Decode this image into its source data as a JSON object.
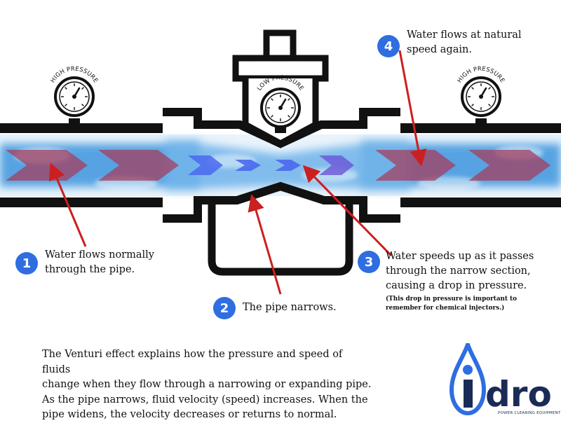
{
  "gauges": {
    "left_label": "HIGH PRESSURE",
    "center_label": "LOW PRESSURE",
    "right_label": "HIGH PRESSURE"
  },
  "steps": [
    {
      "number": "1",
      "text_line1": "Water flows normally",
      "text_line2": "through the pipe."
    },
    {
      "number": "2",
      "text": "The pipe narrows."
    },
    {
      "number": "3",
      "text_line1": "Water speeds up as it passes",
      "text_line2": "through the narrow section,",
      "text_line3": "causing a drop in pressure.",
      "note_line1": "(This drop in pressure is important to",
      "note_line2": "remember for chemical injectors.)"
    },
    {
      "number": "4",
      "text_line1": "Water flows at natural",
      "text_line2": "speed again."
    }
  ],
  "explanation": {
    "line1": "The Venturi effect explains how the pressure and speed of fluids",
    "line2": "change when they flow through a narrowing or expanding pipe.",
    "line3": "As the pipe narrows, fluid velocity (speed) increases. When the",
    "line4": "pipe widens, the velocity decreases or returns to normal."
  },
  "logo": {
    "word": "dro",
    "tagline": "POWER CLEANING EQUIPMENT"
  },
  "colors": {
    "pipe": "#111111",
    "water": "#4a9ee0",
    "arrow_slow": "#a63a5a",
    "arrow_fast": "#4a68ee",
    "pointer": "#cc1f1f",
    "badge": "#2f6de1",
    "logo_blue": "#2f6de1",
    "logo_navy": "#1a2b56"
  }
}
